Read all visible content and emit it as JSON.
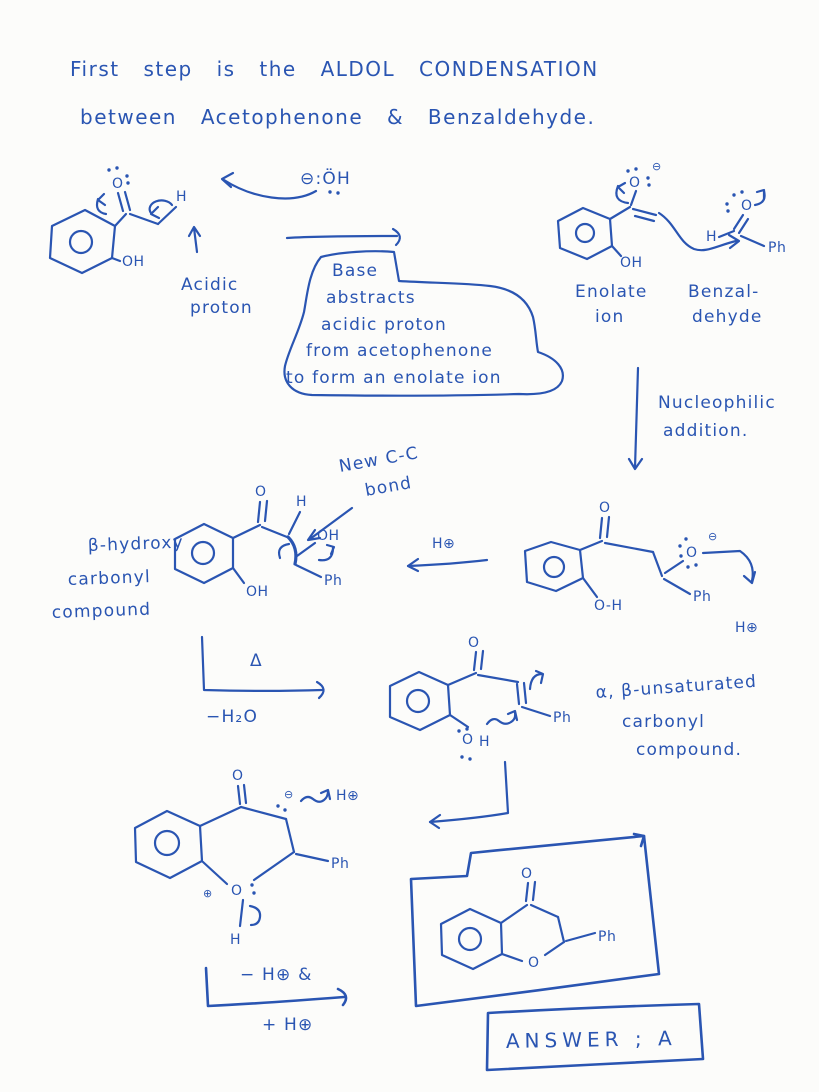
{
  "colors": {
    "ink": "#2a55b2",
    "paper": "#fcfcfa"
  },
  "title": {
    "line1": "First step is the ALDOL CONDENSATION",
    "line2": "between Acetophenone & Benzaldehyde."
  },
  "labels": {
    "hydroxide": "⊖:ÖH",
    "acidic_1": "Acidic",
    "acidic_2": "proton",
    "base_1": "Base",
    "base_2": "abstracts",
    "base_3": "acidic proton",
    "base_4": "from acetophenone",
    "base_5": "to form an enolate ion",
    "enolate_1": "Enolate",
    "enolate_2": "ion",
    "benzaldehyde_1": "Benzal-",
    "benzaldehyde_2": "dehyde",
    "nucleophilic_1": "Nucleophilic",
    "nucleophilic_2": "addition.",
    "h_plus": "H⊕",
    "new_cc_1": "New C-C",
    "new_cc_2": "bond",
    "beta_1": "β-hydroxy",
    "beta_2": "carbonyl",
    "beta_3": "compound",
    "delta": "Δ",
    "minus_h2o": "−H₂O",
    "alpha_beta_1": "α, β-unsaturated",
    "alpha_beta_2": "carbonyl",
    "alpha_beta_3": "compound.",
    "minus_h": "− H⊕ &",
    "plus_h": "+ H⊕",
    "answer": "ANSWER ; A"
  },
  "atoms": {
    "o": "O",
    "oh": "OH",
    "o_dash_h": "O-H",
    "h": "H",
    "ph": "Ph",
    "ominus": "⊖",
    "oplus": "⊕"
  }
}
